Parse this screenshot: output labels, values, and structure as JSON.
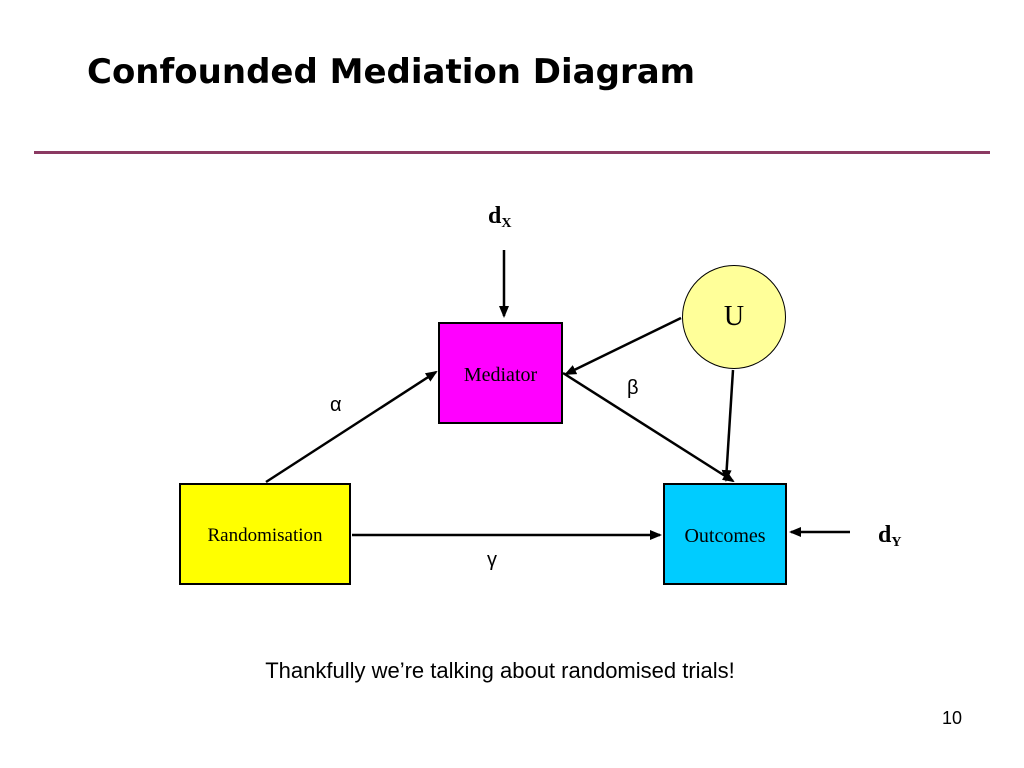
{
  "slide": {
    "title": "Confounded Mediation Diagram",
    "caption": "Thankfully we’re talking about randomised trials!",
    "page_number": "10"
  },
  "diagram": {
    "nodes": {
      "mediator": {
        "label": "Mediator",
        "color": "#ff00ff"
      },
      "randomisation": {
        "label": "Randomisation",
        "color": "#ffff00"
      },
      "outcomes": {
        "label": "Outcomes",
        "color": "#00ccff"
      },
      "confounder": {
        "label": "U",
        "color": "#ffff99"
      }
    },
    "paths": {
      "alpha": "α",
      "beta": "β",
      "gamma": "γ"
    },
    "errors": {
      "dx": {
        "base": "d",
        "sub": "X"
      },
      "dy": {
        "base": "d",
        "sub": "Y"
      }
    },
    "edges": [
      {
        "from": "randomisation",
        "to": "mediator",
        "label": "α"
      },
      {
        "from": "mediator",
        "to": "outcomes",
        "label": "β"
      },
      {
        "from": "randomisation",
        "to": "outcomes",
        "label": "γ"
      },
      {
        "from": "U",
        "to": "mediator"
      },
      {
        "from": "U",
        "to": "outcomes"
      },
      {
        "from": "dX",
        "to": "mediator"
      },
      {
        "from": "dY",
        "to": "outcomes"
      }
    ],
    "colors": {
      "rule": "#8b3a62",
      "line": "#000000"
    }
  }
}
